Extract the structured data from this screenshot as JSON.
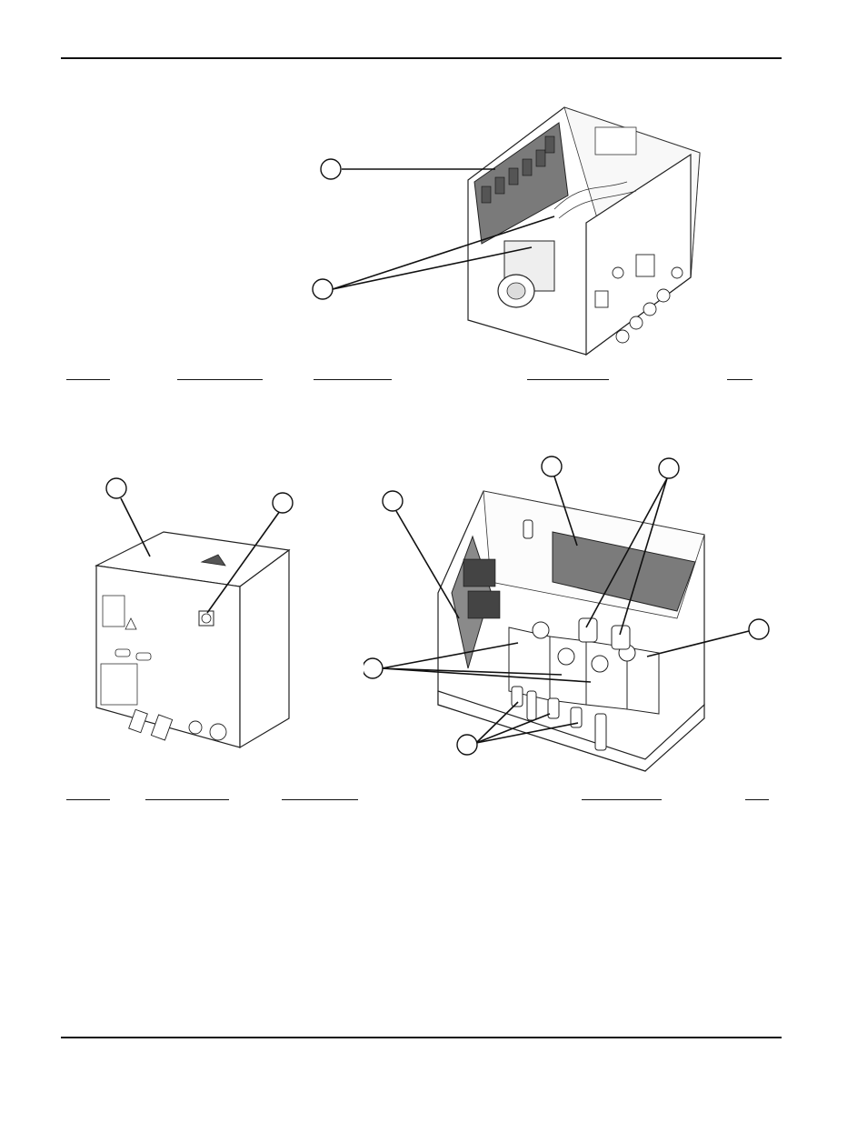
{
  "page": {
    "header_rule": true,
    "footer_rule": true
  },
  "figures": [
    {
      "id": "upper-open-enclosure",
      "callouts": [
        "",
        ""
      ]
    },
    {
      "id": "lower-closed-enclosure",
      "callouts": [
        "",
        ""
      ]
    },
    {
      "id": "lower-open-base",
      "callouts": [
        "",
        "",
        "",
        "",
        "",
        ""
      ]
    }
  ],
  "blank_lines": {
    "upper_row": 5,
    "lower_row": 5
  }
}
